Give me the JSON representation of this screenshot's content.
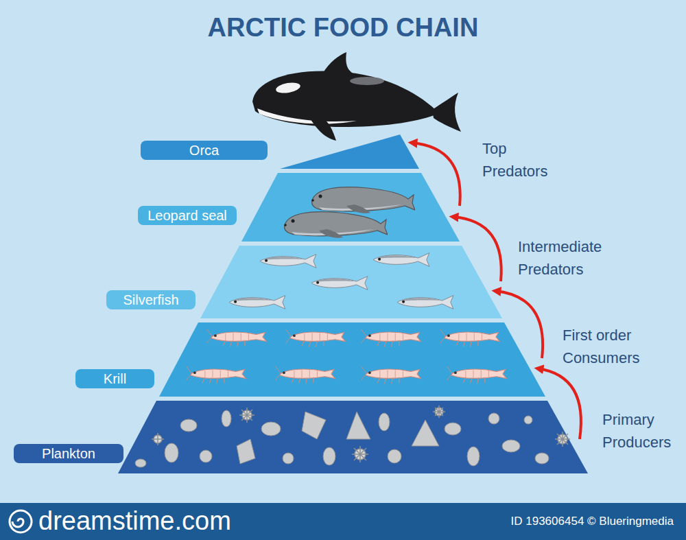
{
  "diagram": {
    "title": "ARCTIC FOOD CHAIN",
    "nodes": [
      {
        "text": [
          "Orca"
        ]
      },
      {
        "text": [
          "Leopard seal"
        ]
      },
      {
        "text": [
          "Silverfish"
        ]
      },
      {
        "text": [
          "Krill"
        ]
      },
      {
        "text": [
          "Plankton"
        ]
      }
    ],
    "labels": [
      "Top Predators",
      "Intermediate Predators",
      "First order Consumers",
      "Primary Producers",
      "dreamstime.com",
      "ID 193606454 © Blueringmedia"
    ]
  }
}
